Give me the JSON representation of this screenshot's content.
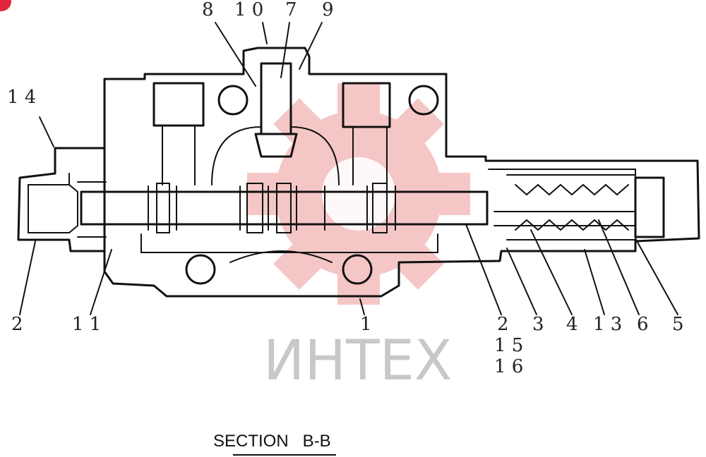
{
  "callouts": {
    "c8": "8",
    "c10": "1 0",
    "c7": "7",
    "c9": "9",
    "c14": "1 4",
    "c2_left": "2",
    "c11": "1 1",
    "c1": "1",
    "c2_right": "2",
    "c3": "3",
    "c4": "4",
    "c13": "1 3",
    "c6": "6",
    "c5": "5",
    "c15": "1 5",
    "c16": "1 6"
  },
  "watermark": {
    "text": "ИНТЕХ",
    "color": "#e23a3a"
  },
  "caption": "SECTION   B-B"
}
